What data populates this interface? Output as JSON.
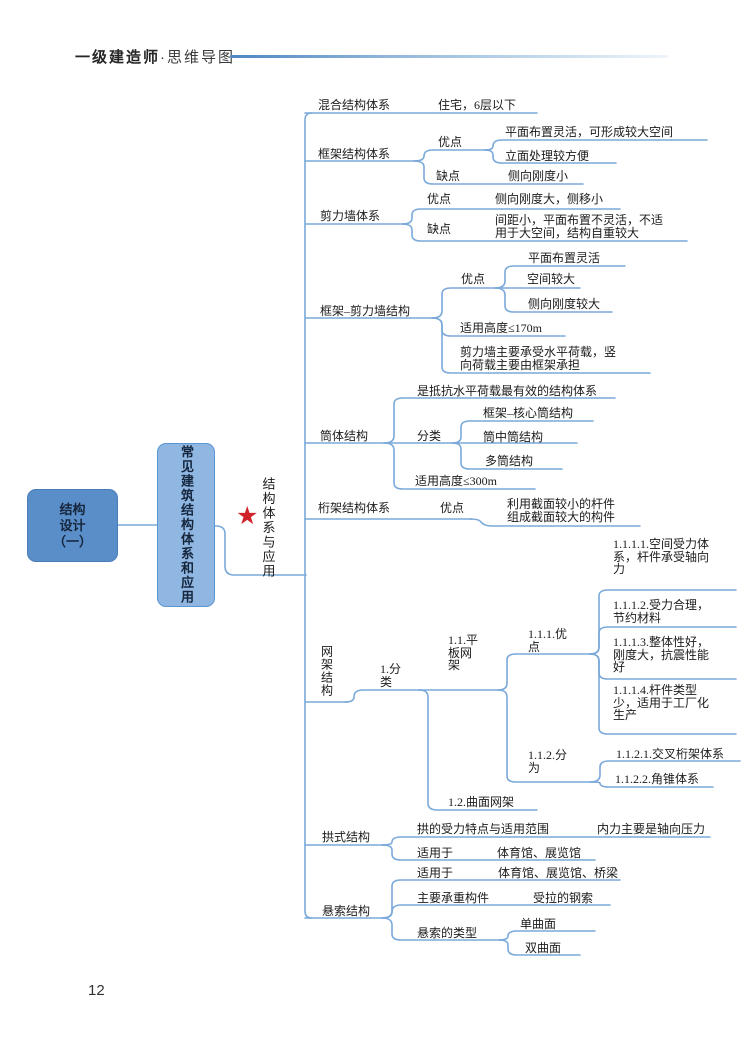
{
  "header": {
    "brand": "一级建造师",
    "separator": "·",
    "title": "思维导图"
  },
  "page": {
    "number": "12"
  },
  "icons": {
    "star": "★"
  },
  "colors": {
    "line": "#7AA9DA",
    "root_fill": "#5A8EC9",
    "branch_fill": "#8FB7E2",
    "branch_border": "#5B96D2",
    "star": "#D1222A"
  },
  "map": {
    "nodes": {
      "root": "结构\n设计\n（一）",
      "level1": "常见建筑结构体系和应用",
      "level2": "结构体系与应用",
      "hybrid": "混合结构体系",
      "hybrid_use": "住宅，6层以下",
      "frame": "框架结构体系",
      "frame_pros": "优点",
      "frame_pro1": "平面布置灵活，可形成较大空间",
      "frame_pro2": "立面处理较方便",
      "frame_cons": "缺点",
      "frame_con1": "侧向刚度小",
      "shear": "剪力墙体系",
      "shear_pros": "优点",
      "shear_pro1": "侧向刚度大，侧移小",
      "shear_cons": "缺点",
      "shear_con1": "间距小，平面布置不灵活，不适\n用于大空间，结构自重较大",
      "framesw": "框架–剪力墙结构",
      "fsw_pros": "优点",
      "fsw_pro1": "平面布置灵活",
      "fsw_pro2": "空间较大",
      "fsw_pro3": "侧向刚度较大",
      "fsw_height": "适用高度≤170m",
      "fsw_note": "剪力墙主要承受水平荷载，竖\n向荷载主要由框架承担",
      "tube": "筒体结构",
      "tube_note": "是抵抗水平荷载最有效的结构体系",
      "tube_class": "分类",
      "tube_c1": "框架–核心筒结构",
      "tube_c2": "筒中筒结构",
      "tube_c3": "多筒结构",
      "tube_height": "适用高度≤300m",
      "truss": "桁架结构体系",
      "truss_pros": "优点",
      "truss_pro1": "利用截面较小的杆件\n组成截面较大的构件",
      "grid": "网架结构",
      "grid_class": "1.分\n类",
      "grid_11": "1.1.平\n板网\n架",
      "grid_111": "1.1.1.优\n点",
      "grid_1111": "1.1.1.1.空间受力体\n系，杆件承受轴向\n力",
      "grid_1112": "1.1.1.2.受力合理，\n节约材料",
      "grid_1113": "1.1.1.3.整体性好，\n刚度大，抗震性能\n好",
      "grid_1114": "1.1.1.4.杆件类型\n少，适用于工厂化\n生产",
      "grid_112": "1.1.2.分\n为",
      "grid_1121": "1.1.2.1.交叉桁架体系",
      "grid_1122": "1.1.2.2.角锥体系",
      "grid_12": "1.2.曲面网架",
      "arch": "拱式结构",
      "arch_note": "拱的受力特点与适用范围",
      "arch_note_val": "内力主要是轴向压力",
      "arch_use": "适用于",
      "arch_use1": "体育馆、展览馆",
      "susp": "悬索结构",
      "susp_use": "适用于",
      "susp_use1": "体育馆、展览馆、桥梁",
      "susp_member": "主要承重构件",
      "susp_member1": "受拉的钢索",
      "susp_type": "悬索的类型",
      "susp_type1": "单曲面",
      "susp_type2": "双曲面"
    }
  }
}
